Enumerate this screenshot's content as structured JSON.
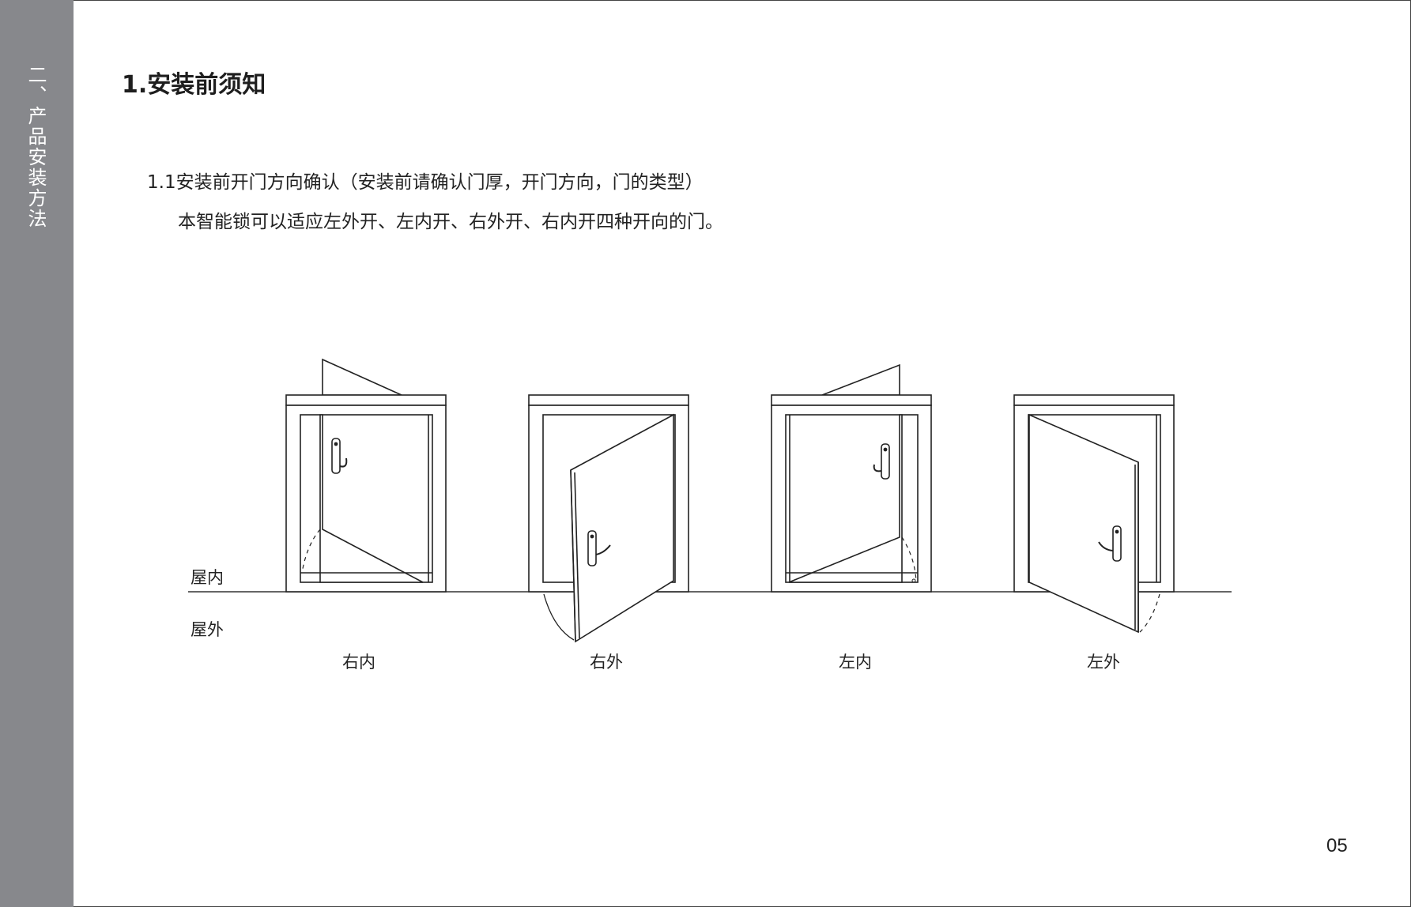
{
  "sidebar": {
    "section_label": "二、产品安装方法"
  },
  "header": {
    "title": "1.安装前须知"
  },
  "content": {
    "subheading": "1.1安装前开门方向确认（安装前请确认门厚，开门方向，门的类型）",
    "body": "本智能锁可以适应左外开、左内开、右外开、右内开四种开向的门。"
  },
  "diagram": {
    "indoor_label": "屋内",
    "outdoor_label": "屋外",
    "doors": [
      {
        "label": "右内"
      },
      {
        "label": "右外"
      },
      {
        "label": "左内"
      },
      {
        "label": "左外"
      }
    ]
  },
  "footer": {
    "page_number": "05"
  }
}
